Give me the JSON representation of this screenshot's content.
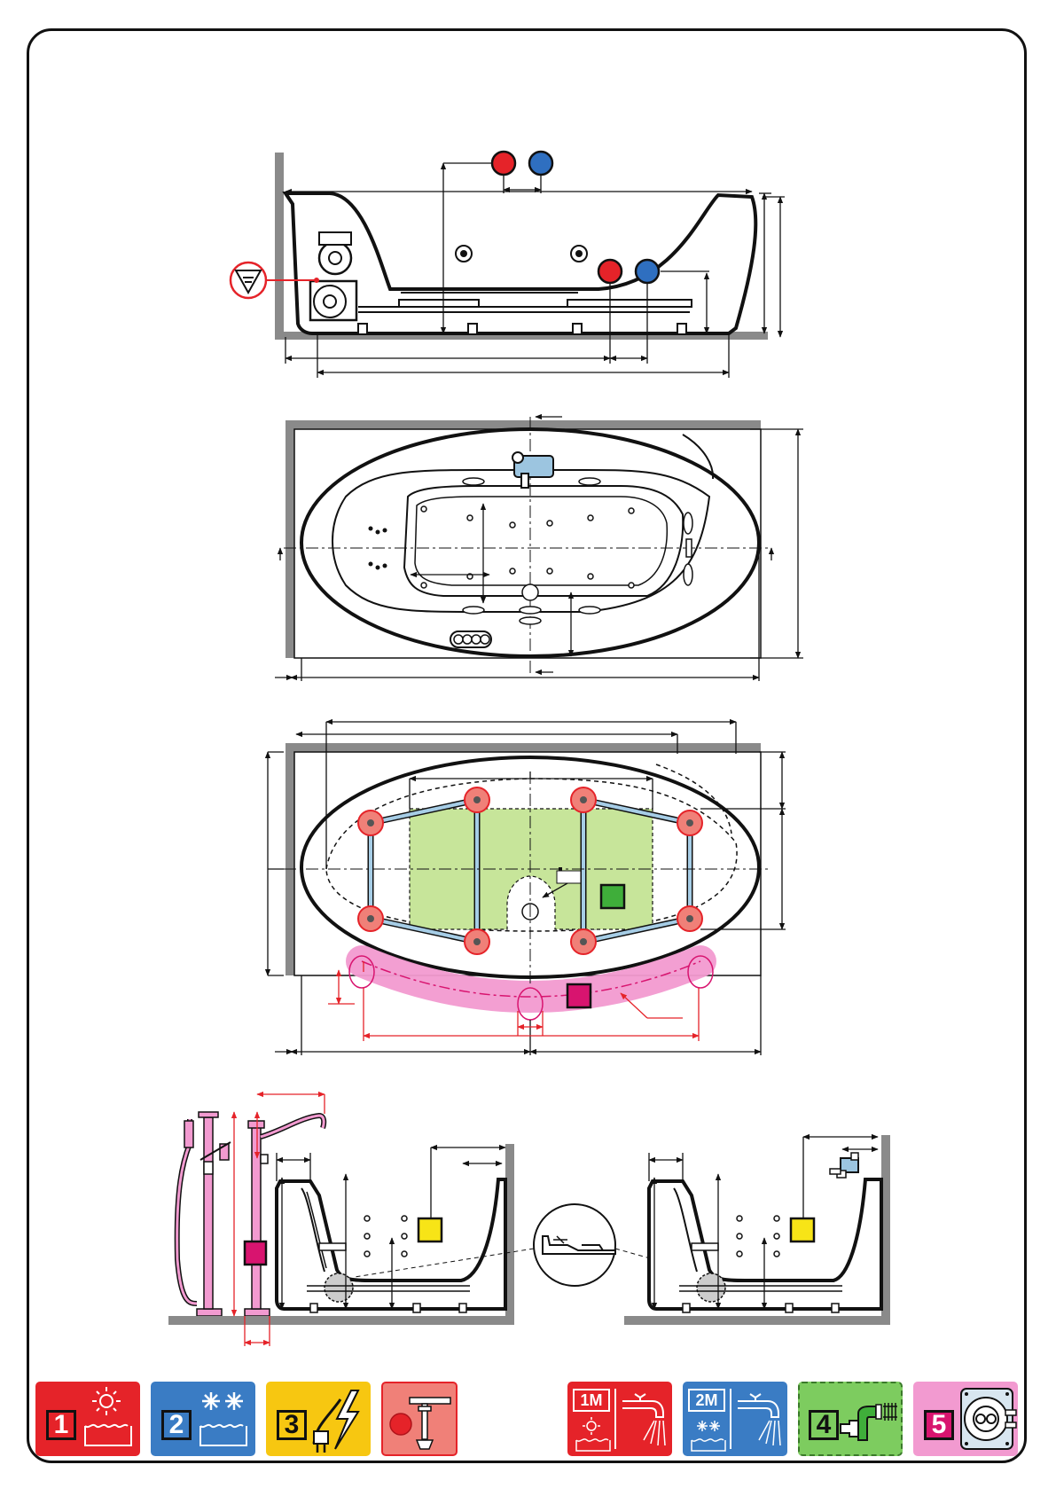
{
  "document": {
    "type": "bathtub installation drawing",
    "views": [
      "front-elevation",
      "top-view",
      "frame-top-view",
      "side-sections"
    ]
  },
  "legend": {
    "items": [
      {
        "id": "hot-water",
        "number": "1",
        "color": "#e52329",
        "icon": "sun-water-icon"
      },
      {
        "id": "cold-water",
        "number": "2",
        "color": "#3a7cc4",
        "icon": "snowflake-water-icon"
      },
      {
        "id": "electric",
        "number": "3",
        "color": "#f7d117",
        "icon": "plug-lightning-icon"
      },
      {
        "id": "support-foot",
        "number": "",
        "color": "#f08078",
        "icon": "adjustable-foot-icon"
      },
      {
        "id": "hot-water-mixer",
        "number": "1M",
        "color": "#e52329",
        "icon": "hot-tap-icon"
      },
      {
        "id": "cold-water-mixer",
        "number": "2M",
        "color": "#3a7cc4",
        "icon": "cold-tap-icon"
      },
      {
        "id": "drain",
        "number": "4",
        "color": "#7dcc5f",
        "icon": "drain-pipe-icon"
      },
      {
        "id": "inspection",
        "number": "5",
        "color": "#f29ad0",
        "icon": "inspection-panel-icon"
      }
    ]
  },
  "colors": {
    "hot": "#e52329",
    "cold": "#2f6fc0",
    "electric": "#f7e417",
    "drain": "#3fae3a",
    "pink": "#d8146f",
    "floor_zone": "#c7e59a",
    "wall": "#8a8a8a"
  }
}
